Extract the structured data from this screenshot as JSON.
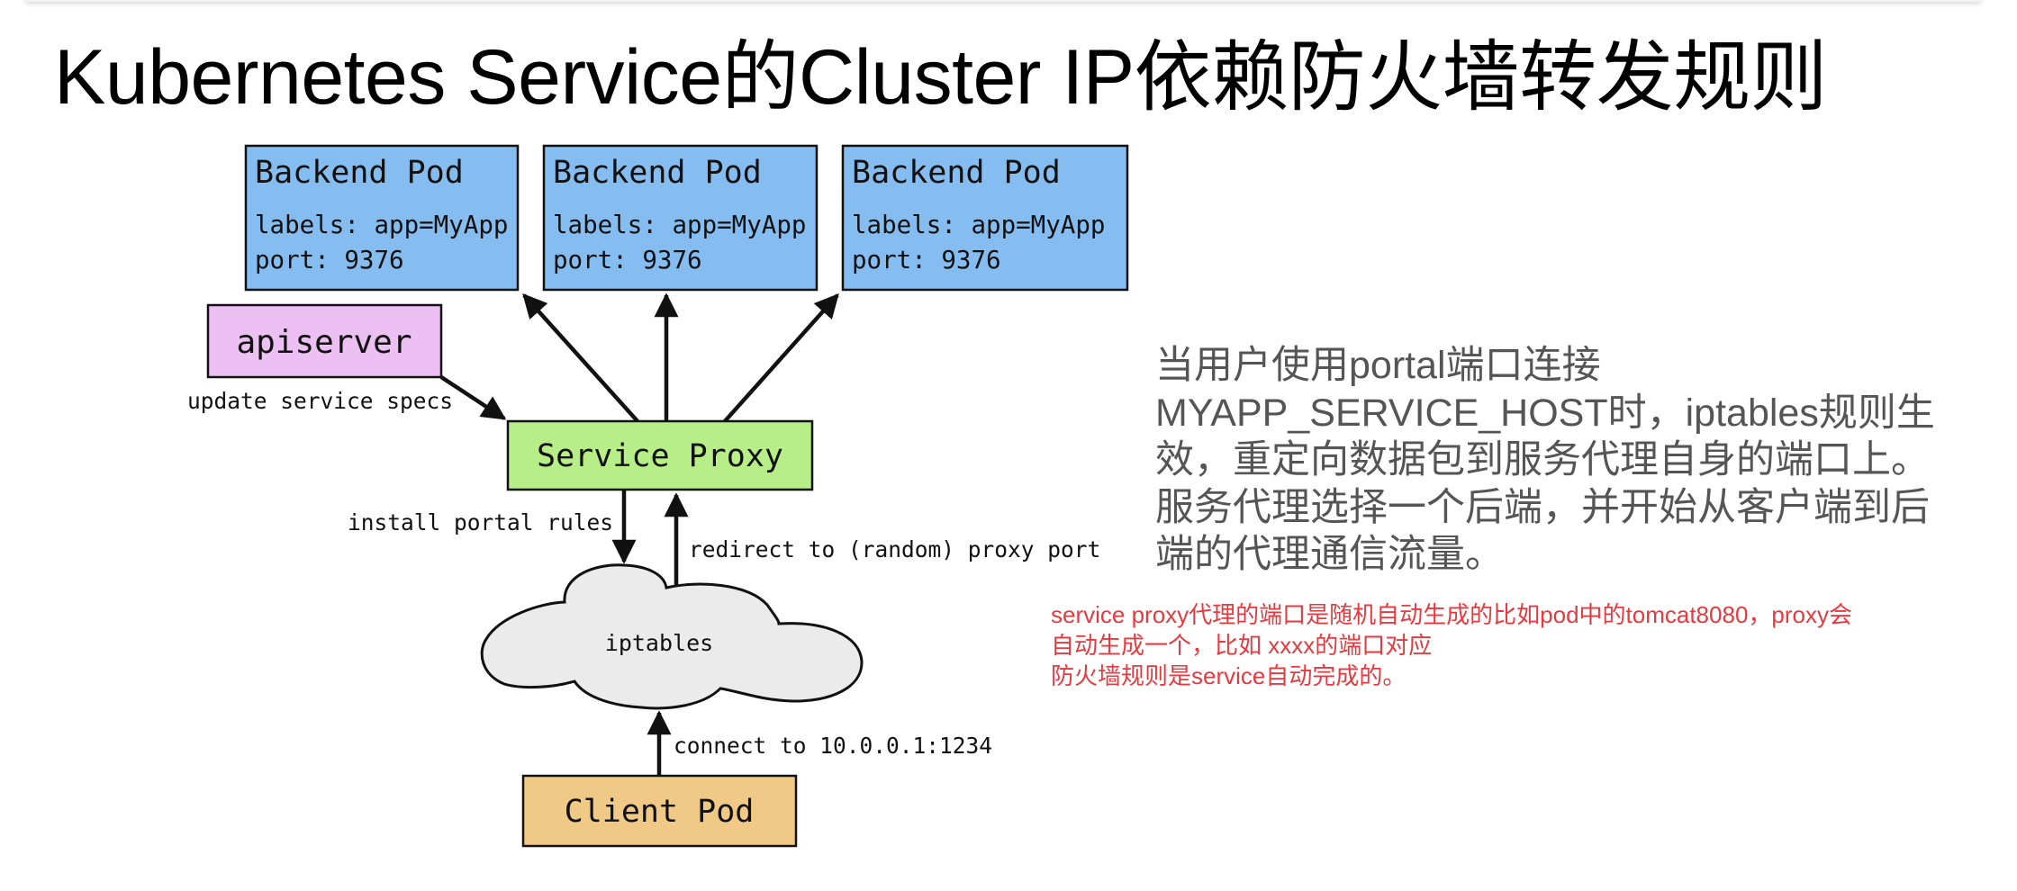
{
  "slide": {
    "title": "Kubernetes Service的Cluster IP依赖防火墙转发规则"
  },
  "diagram": {
    "colors": {
      "backend_pod_fill": "#86BDF0",
      "apiserver_fill": "#EDC0F4",
      "service_proxy_fill": "#B7EE87",
      "iptables_fill": "#EBEBEB",
      "client_pod_fill": "#F0C987",
      "stroke": "#111111"
    },
    "backend_pods": [
      {
        "title": "Backend Pod",
        "labels": "labels: app=MyApp",
        "port": "port: 9376"
      },
      {
        "title": "Backend Pod",
        "labels": "labels: app=MyApp",
        "port": "port: 9376"
      },
      {
        "title": "Backend Pod",
        "labels": "labels: app=MyApp",
        "port": "port: 9376"
      }
    ],
    "apiserver": {
      "label": "apiserver"
    },
    "service_proxy": {
      "label": "Service Proxy"
    },
    "iptables": {
      "label": "iptables"
    },
    "client_pod": {
      "label": "Client Pod"
    },
    "edges": {
      "update_specs": "update service specs",
      "install_rules": "install portal rules",
      "redirect": "redirect to (random) proxy port",
      "connect": "connect to 10.0.0.1:1234"
    }
  },
  "description": {
    "lines": [
      "当用户使用portal端口连接",
      "MYAPP_SERVICE_HOST时，iptables规则生",
      "效，重定向数据包到服务代理自身的端口上。",
      "服务代理选择一个后端，并开始从客户端到后",
      "端的代理通信流量。"
    ]
  },
  "note": {
    "lines": [
      "service proxy代理的端口是随机自动生成的比如pod中的tomcat8080，proxy会",
      "自动生成一个，比如 xxxx的端口对应",
      "防火墙规则是service自动完成的。"
    ]
  }
}
